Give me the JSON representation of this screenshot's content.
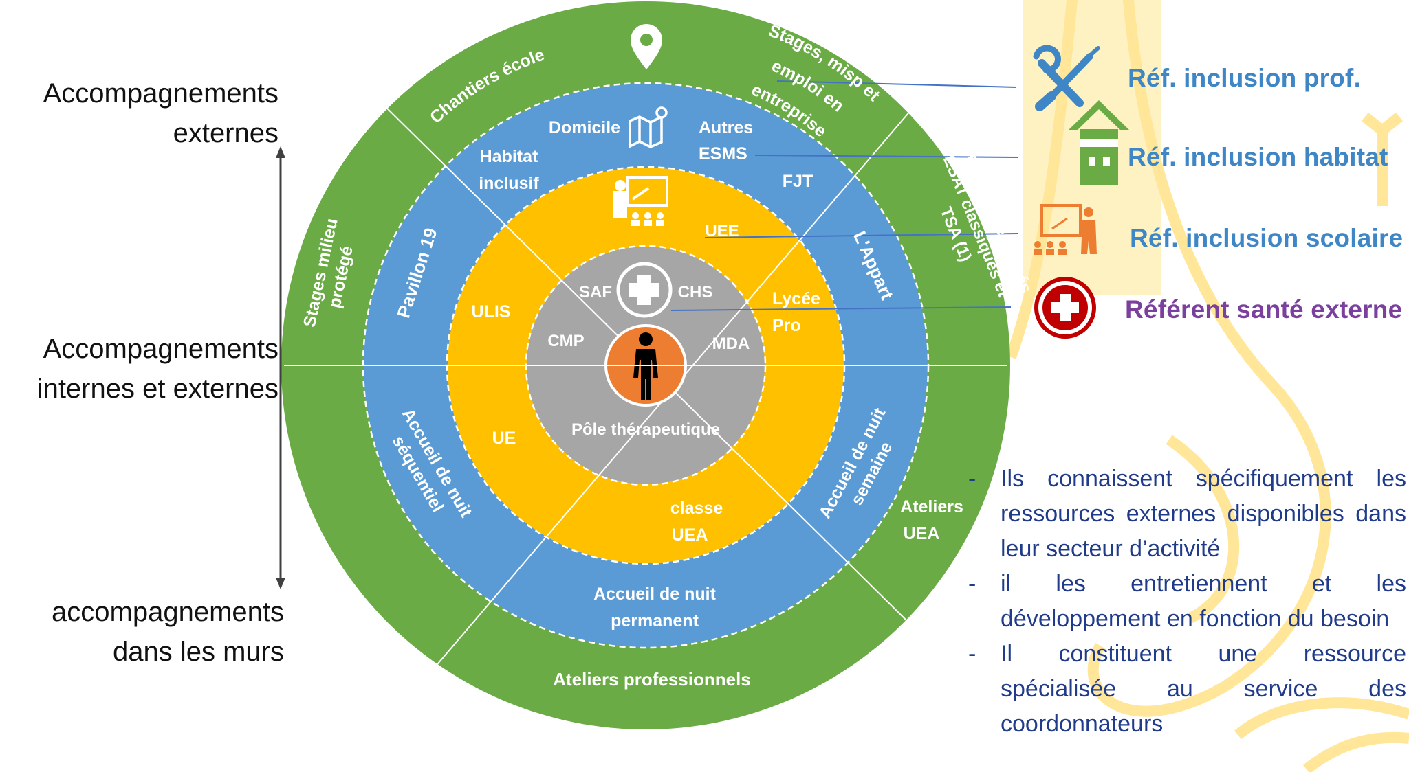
{
  "side_labels": {
    "externes": [
      "Accompagnements",
      "externes"
    ],
    "internes": [
      "Accompagnements",
      "internes et externes"
    ],
    "murs": [
      "accompagnements",
      "dans les murs"
    ]
  },
  "rings": {
    "outer": {
      "chantiers": "Chantiers école",
      "stages_misp": [
        "Stages, misp et",
        "emploi en",
        "entreprise"
      ],
      "ateliers_ext": [
        "Ateliers externalisés",
        "ESAT classiques et",
        "TSA (1)"
      ],
      "stages_milieu": [
        "Stages milieu",
        "protégé"
      ],
      "ateliers_uea": [
        "Ateliers",
        "UEA"
      ],
      "ateliers_pro": "Ateliers professionnels"
    },
    "middle": {
      "domicile": "Domicile",
      "autres": [
        "Autres",
        "ESMS"
      ],
      "habitat": [
        "Habitat",
        "inclusif"
      ],
      "fjt": "FJT",
      "pavillon": "Pavillon 19",
      "appart": "L'Appart",
      "sequentiel": [
        "Accueil de nuit",
        "séquentiel"
      ],
      "semaine": [
        "Accueil de nuit",
        "semaine"
      ],
      "permanent": [
        "Accueil de nuit",
        "permanent"
      ]
    },
    "school": {
      "uee": "UEE",
      "ulis": "ULIS",
      "lycee": [
        "Lycée",
        "Pro"
      ],
      "ue": "UE",
      "classe": [
        "classe",
        "UEA"
      ]
    },
    "health": {
      "saf": "SAF",
      "chs": "CHS",
      "cmp": "CMP",
      "mda": "MDA",
      "pole": "Pôle thérapeutique"
    }
  },
  "legend": [
    {
      "icon": "wrench-screwdriver-icon",
      "label": "Réf. inclusion prof.",
      "color": "#3f86c6"
    },
    {
      "icon": "house-icon",
      "label": "Réf. inclusion habitat",
      "color": "#3f86c6"
    },
    {
      "icon": "teacher-board-icon",
      "label": "Réf. inclusion scolaire",
      "color": "#3f86c6"
    },
    {
      "icon": "health-cross-icon",
      "label": "Référent santé externe",
      "color": "#7b3f9e"
    }
  ],
  "bullets": [
    "Ils connaissent spécifiquement les ressources externes disponibles dans leur secteur d’activité",
    "il les entretiennent et les développement en fonction du besoin",
    "Il constituent une ressource spécialisée au service des coordonnateurs"
  ],
  "colors": {
    "outer_ring": "#6aab46",
    "middle_ring": "#5b9bd5",
    "school_ring": "#ffc000",
    "health_ring": "#a6a6a6",
    "center": "#ed7d31",
    "bullet_text": "#1f3b8a",
    "deco": "#ffe699"
  }
}
